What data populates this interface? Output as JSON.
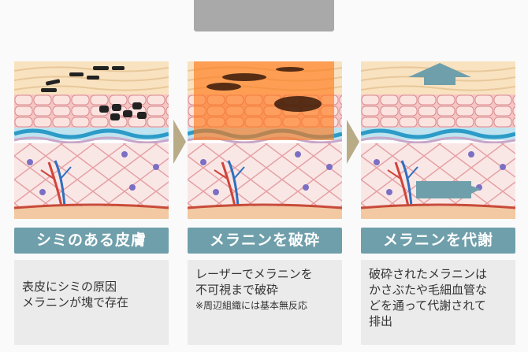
{
  "panels": [
    {
      "title": "シミのある皮膚",
      "lines": [
        "表皮にシミの原因",
        "メラニンが塊で存在"
      ]
    },
    {
      "title": "メラニンを破砕",
      "lines": [
        "レーザーでメラニンを",
        "不可視まで破砕"
      ],
      "note": "※周辺組織には基本無反応"
    },
    {
      "title": "メラニンを代謝",
      "lines": [
        "破砕されたメラニンは",
        "かさぶたや毛細血管な",
        "どを通って代謝されて",
        "排出"
      ]
    }
  ],
  "colors": {
    "label_bg": "#6f9fab",
    "desc_bg": "#ebebeb",
    "arrow": "#b9ab86",
    "laser": "#ff7a1a"
  },
  "icons": [
    "laser-device-icon",
    "melanin-cluster-icon",
    "metabolism-arrow-icon"
  ]
}
